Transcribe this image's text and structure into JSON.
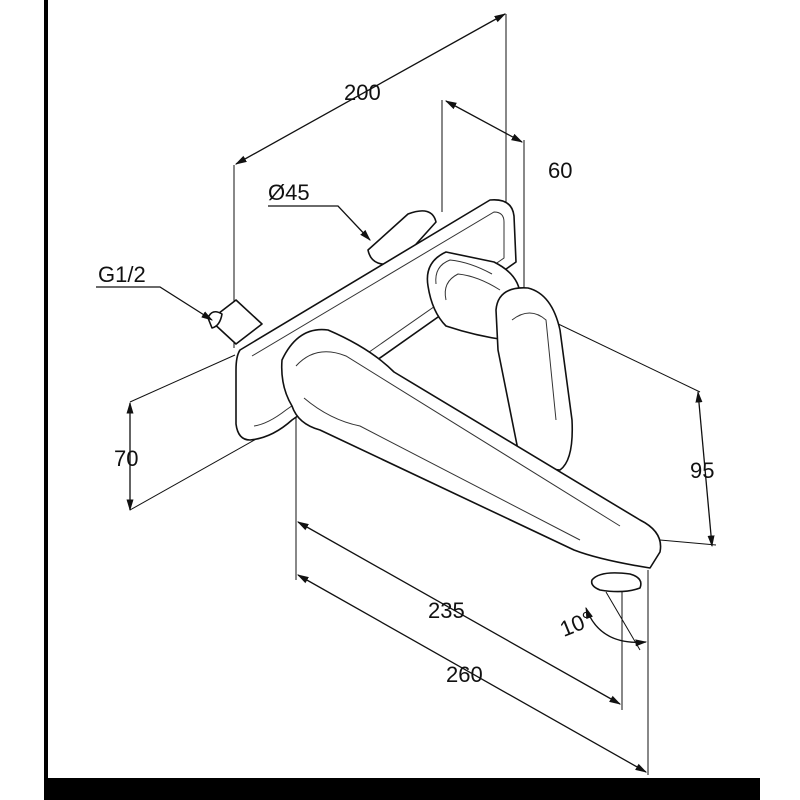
{
  "dimensions": {
    "width_overall": "200",
    "plate_depth": "60",
    "rosette_diameter": "Ø45",
    "thread": "G1/2",
    "height_left": "70",
    "height_right": "95",
    "spout_length": "235",
    "total_length": "260",
    "spout_angle": "10°"
  },
  "colors": {
    "line": "#111111",
    "background": "#ffffff",
    "frame": "#000000"
  }
}
